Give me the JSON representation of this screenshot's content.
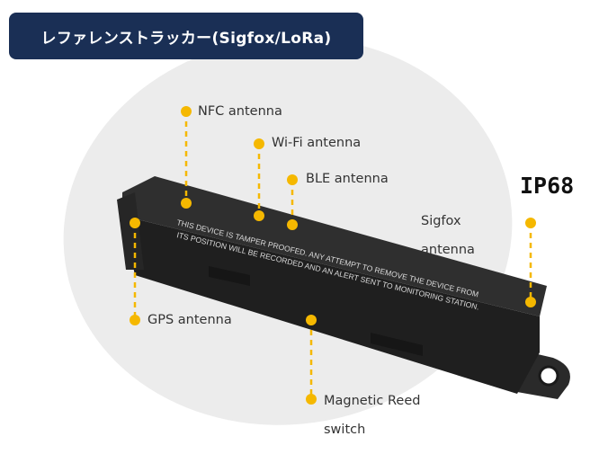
{
  "title": "レファレンストラッカー(Sigfox/LoRa)",
  "device_text": {
    "line1": "THIS DEVICE IS TAMPER PROOFED. ANY ATTEMPT TO REMOVE THE DEVICE FROM",
    "line2": "ITS POSITION WILL BE RECORDED AND AN ALERT SENT TO MONITORING STATION."
  },
  "callouts": {
    "nfc": "NFC antenna",
    "wifi": "Wi-Fi antenna",
    "ble": "BLE antenna",
    "sigfox_line1": "Sigfox",
    "sigfox_line2": "antenna",
    "ip68": "IP68",
    "gps": "GPS antenna",
    "reed_line1": "Magnetic Reed",
    "reed_line2": "switch"
  },
  "colors": {
    "banner": "#1a2f55",
    "callout_marker": "#f5b800",
    "device_body": "#2b2b2b"
  }
}
